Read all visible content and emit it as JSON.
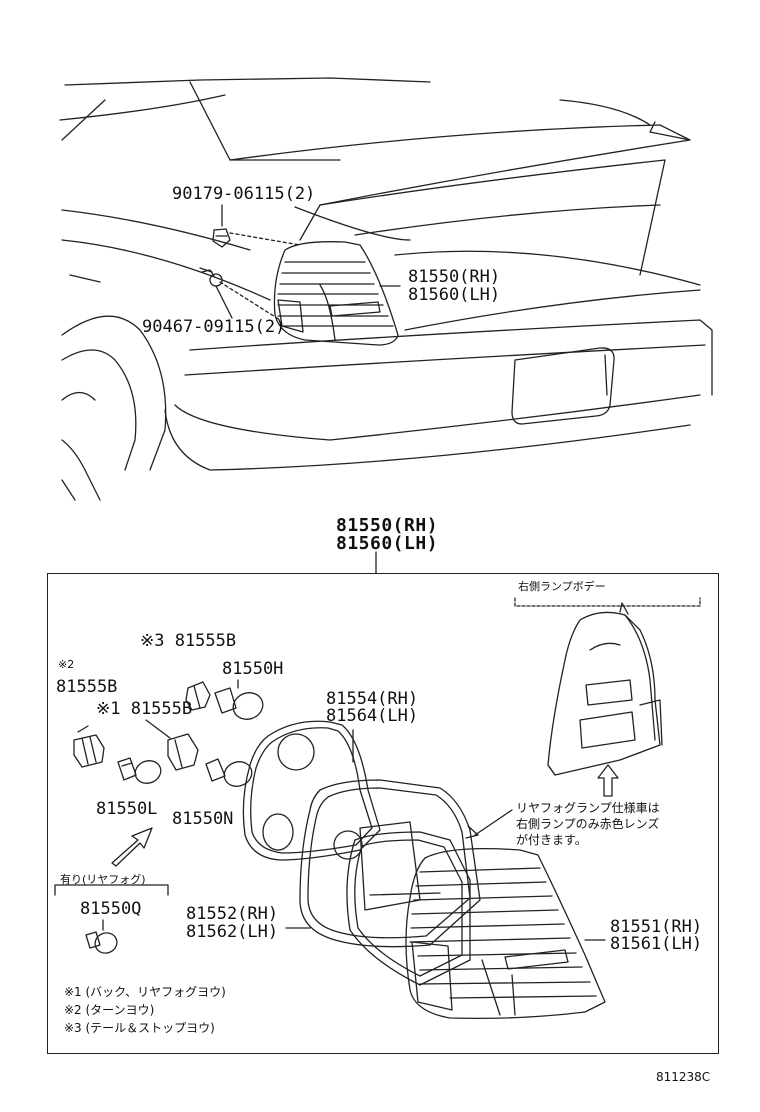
{
  "top_view": {
    "label_clip": "90179-06115(2)",
    "label_screw": "90467-09115(2)",
    "lamp_rh": "81550(RH)",
    "lamp_lh": "81560(LH)"
  },
  "assembly": {
    "rh": "81550(RH)",
    "lh": "81560(LH)"
  },
  "parts": {
    "mark3_81555B": "※3 81555B",
    "bulb_81550H": "81550H",
    "mark2": "※2",
    "socket_81555B": "81555B",
    "mark1_81555B": "※1 81555B",
    "gasket_rh": "81554(RH)",
    "gasket_lh": "81564(LH)",
    "bulb_81550L": "81550L",
    "bulb_81550N": "81550N",
    "option_note": "有り(リヤフォグ)",
    "bulb_81550Q": "81550Q",
    "body_rh": "81552(RH)",
    "body_lh": "81562(LH)",
    "lens_rh": "81551(RH)",
    "lens_lh": "81561(LH)",
    "rh_lamp_body": "右側ランプボデー",
    "fog_note_1": "リヤフォグランプ仕様車は",
    "fog_note_2": "右側ランプのみ赤色レンズ",
    "fog_note_3": "が付きます。",
    "legend_1": "※1 (バック、リヤフォグヨウ)",
    "legend_2": "※2 (ターンヨウ)",
    "legend_3": "※3 (テール＆ストップヨウ)"
  },
  "diagram_id": "811238C"
}
